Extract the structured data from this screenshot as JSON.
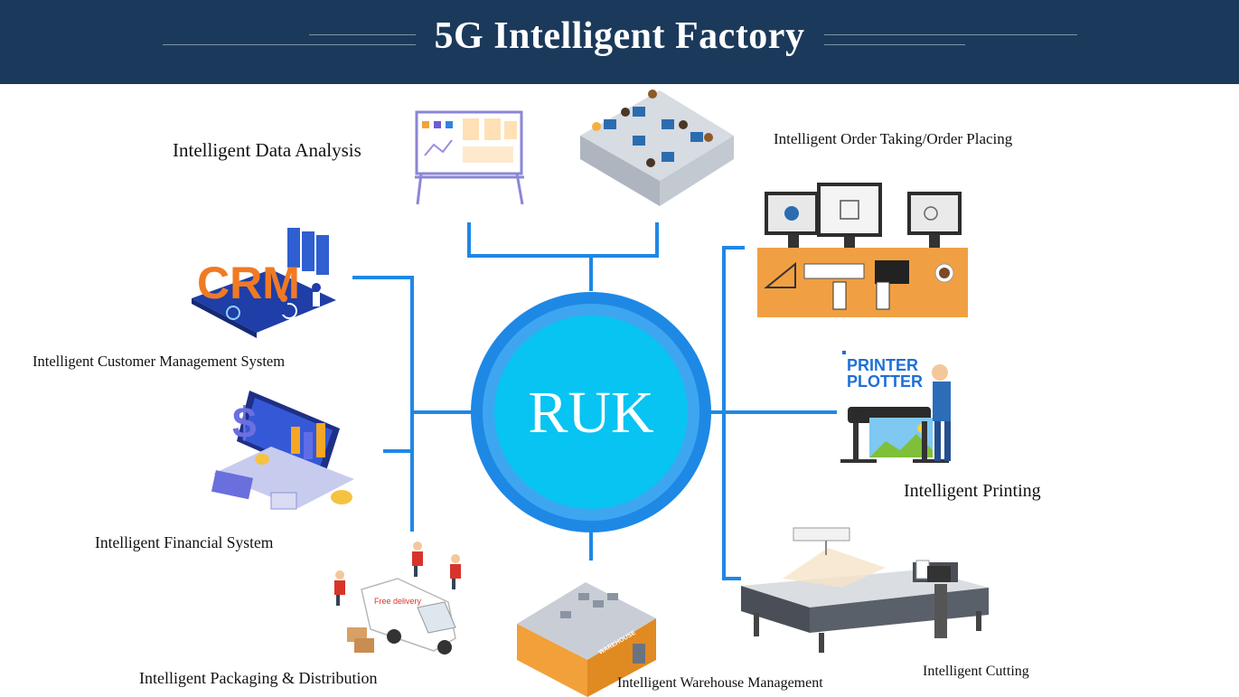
{
  "header": {
    "title": "5G Intelligent Factory"
  },
  "hub": {
    "label": "RUK"
  },
  "nodes": {
    "data_analysis": "Intelligent Data Analysis",
    "order_taking": "Intelligent Order Taking/Order Placing",
    "customer_management": "Intelligent Customer Management System",
    "financial_system": "Intelligent Financial System",
    "printing": "Intelligent Printing",
    "packaging_distribution": "Intelligent Packaging & Distribution",
    "warehouse_management": "Intelligent Warehouse Management",
    "cutting": "Intelligent Cutting"
  },
  "illustrations": {
    "crm_text": "CRM",
    "printer_line1": "PRINTER",
    "printer_line2": "PLOTTER",
    "van_text": "Free delivery",
    "warehouse_text": "WAREHOUSE"
  },
  "colors": {
    "header_bg": "#1b3a5b",
    "connector": "#1e88e5",
    "hub_outer": "#1e88e5",
    "hub_inner": "#07c4f2"
  }
}
